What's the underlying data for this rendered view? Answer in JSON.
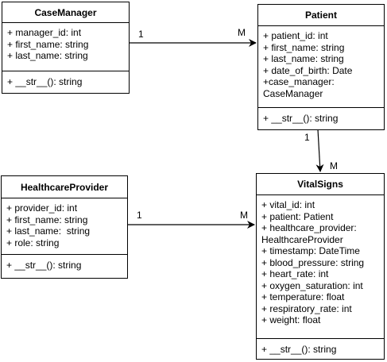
{
  "classes": {
    "case_manager": {
      "name": "CaseManager",
      "attributes": [
        "+ manager_id: int",
        "+ first_name: string",
        "+ last_name: string"
      ],
      "methods": [
        "+ __str__(): string"
      ]
    },
    "patient": {
      "name": "Patient",
      "attributes": [
        "+ patient_id: int",
        "+ first_name: string",
        "+ last_name: string",
        "+ date_of_birth: Date",
        "+case_manager:",
        "CaseManager"
      ],
      "methods": [
        "+ __str__(): string"
      ]
    },
    "healthcare_provider": {
      "name": "HealthcareProvider",
      "attributes": [
        "+ provider_id: int",
        "+ first_name: string",
        "+ last_name:  string",
        "+ role: string"
      ],
      "methods": [
        "+ __str__(): string"
      ]
    },
    "vital_signs": {
      "name": "VitalSigns",
      "attributes": [
        "+ vital_id: int",
        "+ patient: Patient",
        "+ healthcare_provider:",
        "HealthcareProvider",
        "+ timestamp: DateTime",
        "+ blood_pressure: string",
        "+ heart_rate: int",
        "+ oxygen_saturation: int",
        "+ temperature: float",
        "+ respiratory_rate: int",
        "+ weight: float"
      ],
      "methods": [
        "+ __str__(): string"
      ]
    }
  },
  "associations": [
    {
      "from": "CaseManager",
      "to": "Patient",
      "from_mult": "1",
      "to_mult": "M"
    },
    {
      "from": "Patient",
      "to": "VitalSigns",
      "from_mult": "1",
      "to_mult": "M"
    },
    {
      "from": "HealthcareProvider",
      "to": "VitalSigns",
      "from_mult": "1",
      "to_mult": "M"
    }
  ]
}
